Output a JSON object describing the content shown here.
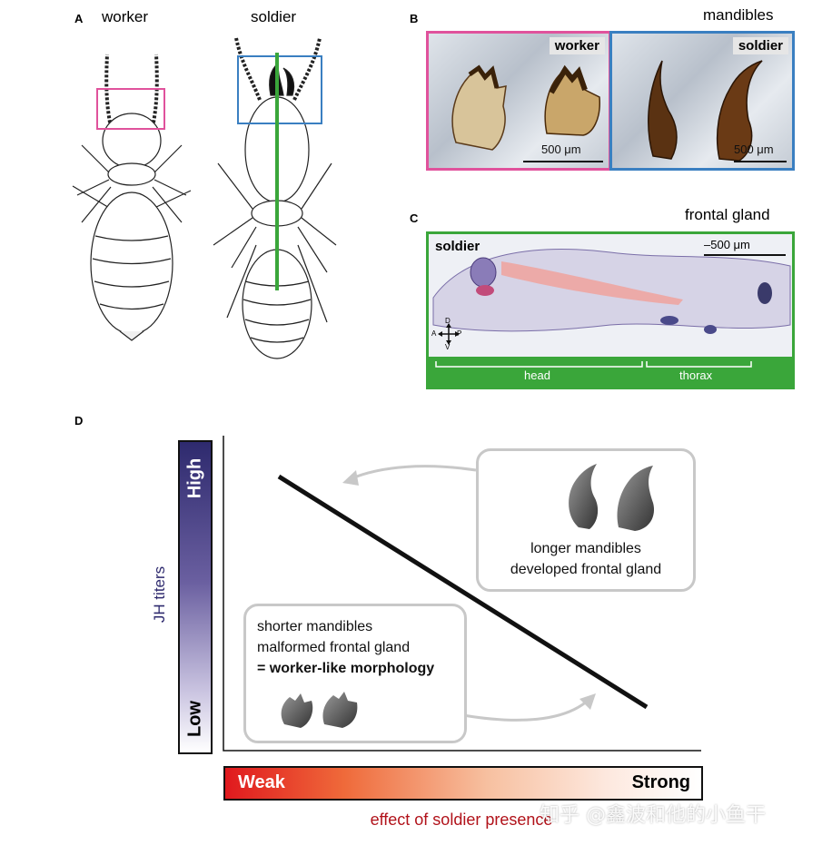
{
  "panel_a": {
    "letter": "A",
    "worker_label": "worker",
    "soldier_label": "soldier"
  },
  "panel_b": {
    "letter": "B",
    "title": "mandibles",
    "worker_tag": "worker",
    "soldier_tag": "soldier",
    "scale_worker": "500 μm",
    "scale_soldier": "500 μm",
    "worker_frame_color": "#e0529c",
    "soldier_frame_color": "#3a7fc1"
  },
  "panel_c": {
    "letter": "C",
    "title": "frontal gland",
    "tag": "soldier",
    "scale": "500 μm",
    "axis_d": "D",
    "axis_a": "A",
    "axis_p": "P",
    "axis_v": "V",
    "region_head": "head",
    "region_thorax": "thorax",
    "frame_color": "#3aa63a"
  },
  "panel_d": {
    "letter": "D",
    "y_axis_label": "JH titers",
    "y_high": "High",
    "y_low": "Low",
    "x_weak": "Weak",
    "x_strong": "Strong",
    "x_axis_label": "effect of soldier presence",
    "box_top_line1": "longer mandibles",
    "box_top_line2": "developed frontal gland",
    "box_bottom_line1": "shorter mandibles",
    "box_bottom_line2": "malformed frontal gland",
    "box_bottom_line3": "= worker-like morphology",
    "y_bar_color": "#2e2a6e",
    "x_bar_color": "#e0191e",
    "x_label_color": "#b1121a"
  },
  "watermark": "知乎 @鑫波和他的小鱼干"
}
